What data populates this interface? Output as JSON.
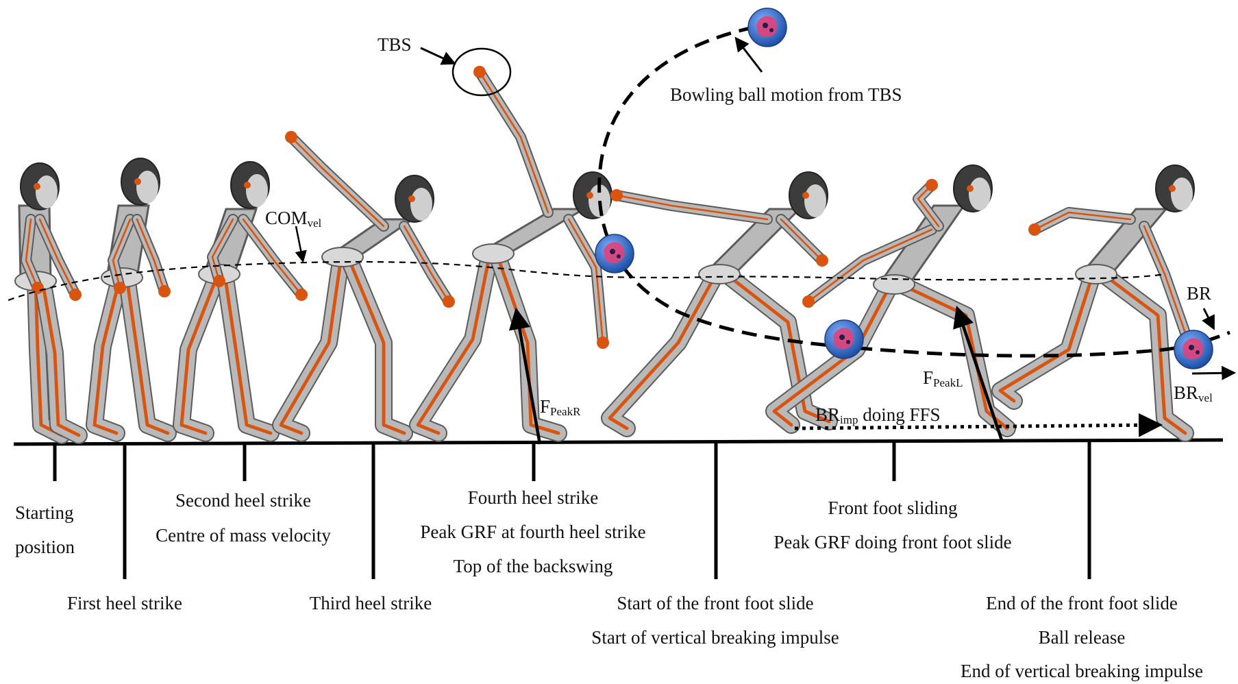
{
  "colors": {
    "body_light": "#b9b9b9",
    "body_dark": "#5b5b5b",
    "accent": "#d9540f",
    "ink": "#000000",
    "ball_blue": "#3a74c8",
    "ball_pink": "#e0417a"
  },
  "icons": {
    "figure": "mannequin-figure-icon",
    "ball": "bowling-ball-icon"
  },
  "annotations": {
    "tbs": "TBS",
    "ball_motion": "Bowling ball motion from TBS",
    "com_main": "COM",
    "com_sub": "vel",
    "fpeakr_main": "F",
    "fpeakr_sub": "PeakR",
    "fpeakl_main": "F",
    "fpeakl_sub": "PeakL",
    "brimp_main": "BR",
    "brimp_sub": "imp",
    "brimp_rest": " doing FFS",
    "br": "BR",
    "brvel_main": "BR",
    "brvel_sub": "vel"
  },
  "events_upper": {
    "starting_1": "Starting",
    "starting_2": "position",
    "second_1": "Second heel strike",
    "second_2": "Centre of mass velocity",
    "fourth_1": "Fourth heel strike",
    "fourth_2": "Peak GRF  at fourth heel strike",
    "fourth_3": "Top of the backswing",
    "sliding_1": "Front foot sliding",
    "sliding_2": "Peak GRF  doing front foot slide"
  },
  "events_lower": {
    "first": "First heel strike",
    "third": "Third heel strike",
    "start_slide_1": "Start of the front foot slide",
    "start_slide_2": "Start of vertical breaking impulse",
    "end_slide_1": "End of the front foot slide",
    "end_slide_2": "Ball release",
    "end_slide_3": "End of vertical breaking impulse"
  }
}
